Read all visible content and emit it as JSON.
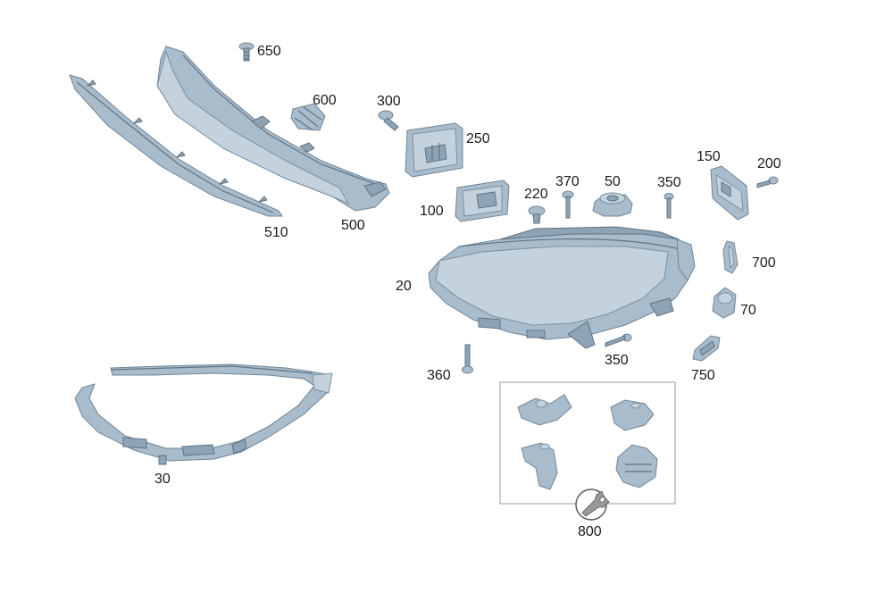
{
  "labels": {
    "p650": "650",
    "p600": "600",
    "p300": "300",
    "p250": "250",
    "p510": "510",
    "p500": "500",
    "p150": "150",
    "p200": "200",
    "p370": "370",
    "p50": "50",
    "p350a": "350",
    "p220": "220",
    "p100": "100",
    "p700": "700",
    "p20": "20",
    "p70": "70",
    "p750": "750",
    "p350b": "350",
    "p360": "360",
    "p30": "30",
    "p800": "800"
  },
  "colors": {
    "part_fill": "#a8bccb",
    "part_stroke": "#6f8596",
    "label_text": "#1a1a1a",
    "kit_box_border": "#999999"
  }
}
